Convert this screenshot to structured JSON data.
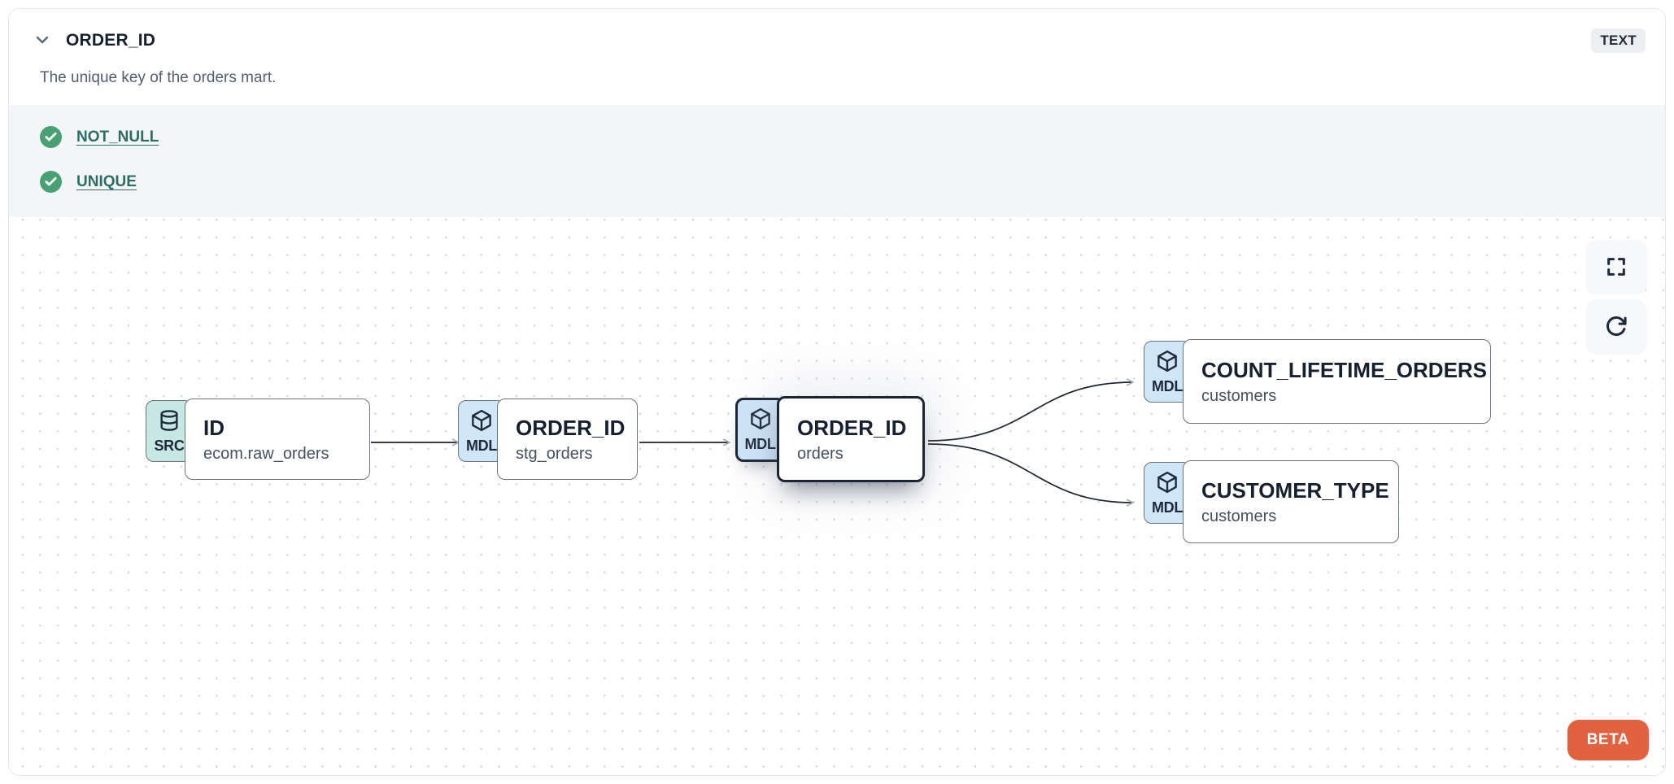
{
  "header": {
    "title": "ORDER_ID",
    "type_badge": "TEXT",
    "description": "The unique key of the orders mart."
  },
  "tests": [
    {
      "label": "NOT_NULL",
      "status": "passed"
    },
    {
      "label": "UNIQUE",
      "status": "passed"
    }
  ],
  "lineage": {
    "nodes": [
      {
        "id": "src",
        "badge": "SRC",
        "icon": "database-icon",
        "title": "ID",
        "subtitle": "ecom.raw_orders",
        "selected": false
      },
      {
        "id": "stg",
        "badge": "MDL",
        "icon": "cube-icon",
        "title": "ORDER_ID",
        "subtitle": "stg_orders",
        "selected": false
      },
      {
        "id": "ord",
        "badge": "MDL",
        "icon": "cube-icon",
        "title": "ORDER_ID",
        "subtitle": "orders",
        "selected": true
      },
      {
        "id": "cnt",
        "badge": "MDL",
        "icon": "cube-icon",
        "title": "COUNT_LIFETIME_ORDERS",
        "subtitle": "customers",
        "selected": false
      },
      {
        "id": "ctp",
        "badge": "MDL",
        "icon": "cube-icon",
        "title": "CUSTOMER_TYPE",
        "subtitle": "customers",
        "selected": false
      }
    ],
    "edges": [
      {
        "from": "src",
        "to": "stg"
      },
      {
        "from": "stg",
        "to": "ord"
      },
      {
        "from": "ord",
        "to": "cnt"
      },
      {
        "from": "ord",
        "to": "ctp"
      }
    ]
  },
  "canvas": {
    "beta_label": "BETA"
  },
  "colors": {
    "accent_orange": "#e2613e",
    "test_pass_green": "#47a173",
    "test_link_teal": "#2c6e63",
    "src_badge_bg": "#c6e7e2",
    "mdl_badge_bg": "#cfe5f8",
    "selected_border": "#1c2534",
    "edge_line": "#1d242c",
    "edge_arrow": "#a9aeb6"
  }
}
